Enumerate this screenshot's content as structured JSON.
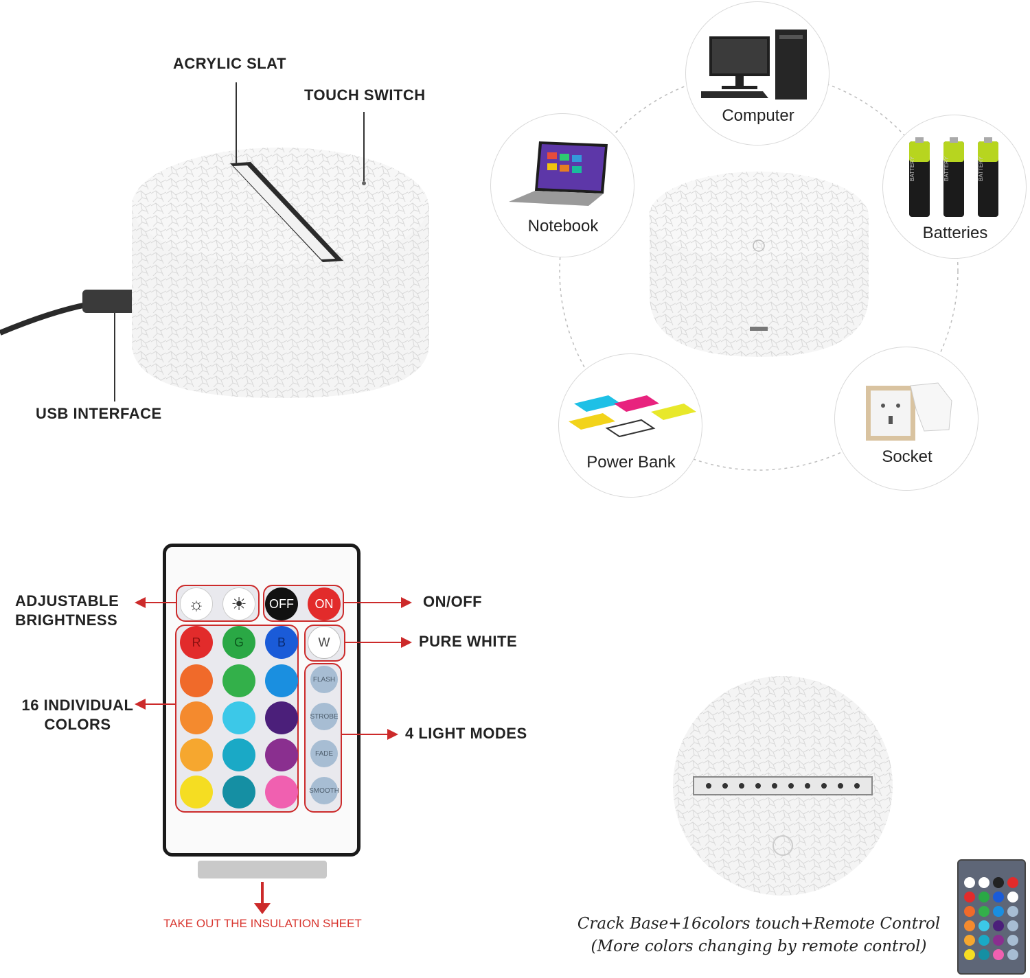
{
  "base_panel": {
    "acrylic_slat": "ACRYLIC SLAT",
    "touch_switch": "TOUCH SWITCH",
    "usb_interface": "USB INTERFACE"
  },
  "power_sources": [
    {
      "label": "Computer"
    },
    {
      "label": "Notebook"
    },
    {
      "label": "Batteries"
    },
    {
      "label": "Power Bank"
    },
    {
      "label": "Socket"
    }
  ],
  "battery_text": "BATTERY",
  "remote": {
    "adjustable_brightness": "ADJUSTABLE BRIGHTNESS",
    "on_off": "ON/OFF",
    "pure_white": "PURE WHITE",
    "colors_16": "16 INDIVIDUAL COLORS",
    "light_modes": "4 LIGHT MODES",
    "insulation": "TAKE OUT THE INSULATION SHEET",
    "off_label": "OFF",
    "on_label": "ON",
    "r_label": "R",
    "g_label": "G",
    "b_label": "B",
    "w_label": "W",
    "modes": [
      "FLASH",
      "STROBE",
      "FADE",
      "SMOOTH"
    ],
    "color_rows": [
      [
        "#f06a2a",
        "#33b04a",
        "#1a8fe0"
      ],
      [
        "#f48a2e",
        "#3cc8e8",
        "#4b1f7a"
      ],
      [
        "#f6a72f",
        "#1aa9c6",
        "#8a2f8f"
      ],
      [
        "#f5dd22",
        "#158fa3",
        "#f060b0"
      ]
    ]
  },
  "caption": {
    "line1": "Crack Base+16colors touch+Remote Control",
    "line2": "(More colors changing by remote control)"
  }
}
